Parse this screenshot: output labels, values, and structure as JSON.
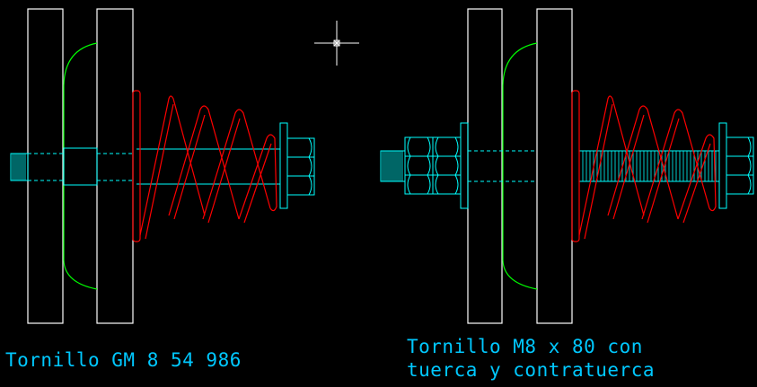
{
  "captions": {
    "left": "Tornillo GM 8 54 986",
    "right_line1": "Tornillo M8 x 80 con",
    "right_line2": "tuerca y contratuerca"
  },
  "colors": {
    "background": "#000000",
    "outline": "#ffffff",
    "bolt": "#00ffff",
    "spring": "#ff0000",
    "arc": "#00ff00",
    "caption": "#00c8ff",
    "cursor": "#ffffff"
  },
  "icons": {
    "cursor": "crosshair-cursor-icon"
  }
}
